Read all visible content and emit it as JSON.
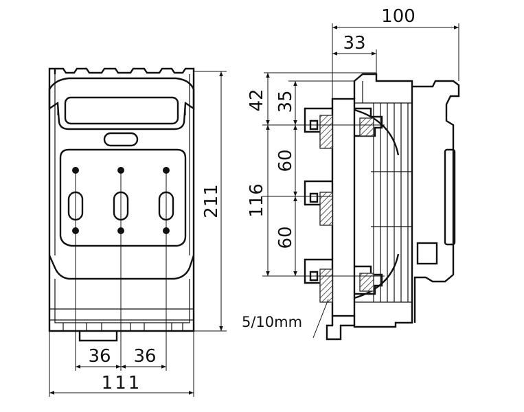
{
  "front_view": {
    "width_total": "111",
    "pitch_left": "36",
    "pitch_right": "36",
    "height_total": "211"
  },
  "side_view": {
    "depth_total": "100",
    "depth_partial": "33",
    "top_offset": "42",
    "top_offset_inner": "35",
    "pole_span": "116",
    "pole_pitch_upper": "60",
    "pole_pitch_lower": "60",
    "busbar_note": "5/10mm"
  }
}
